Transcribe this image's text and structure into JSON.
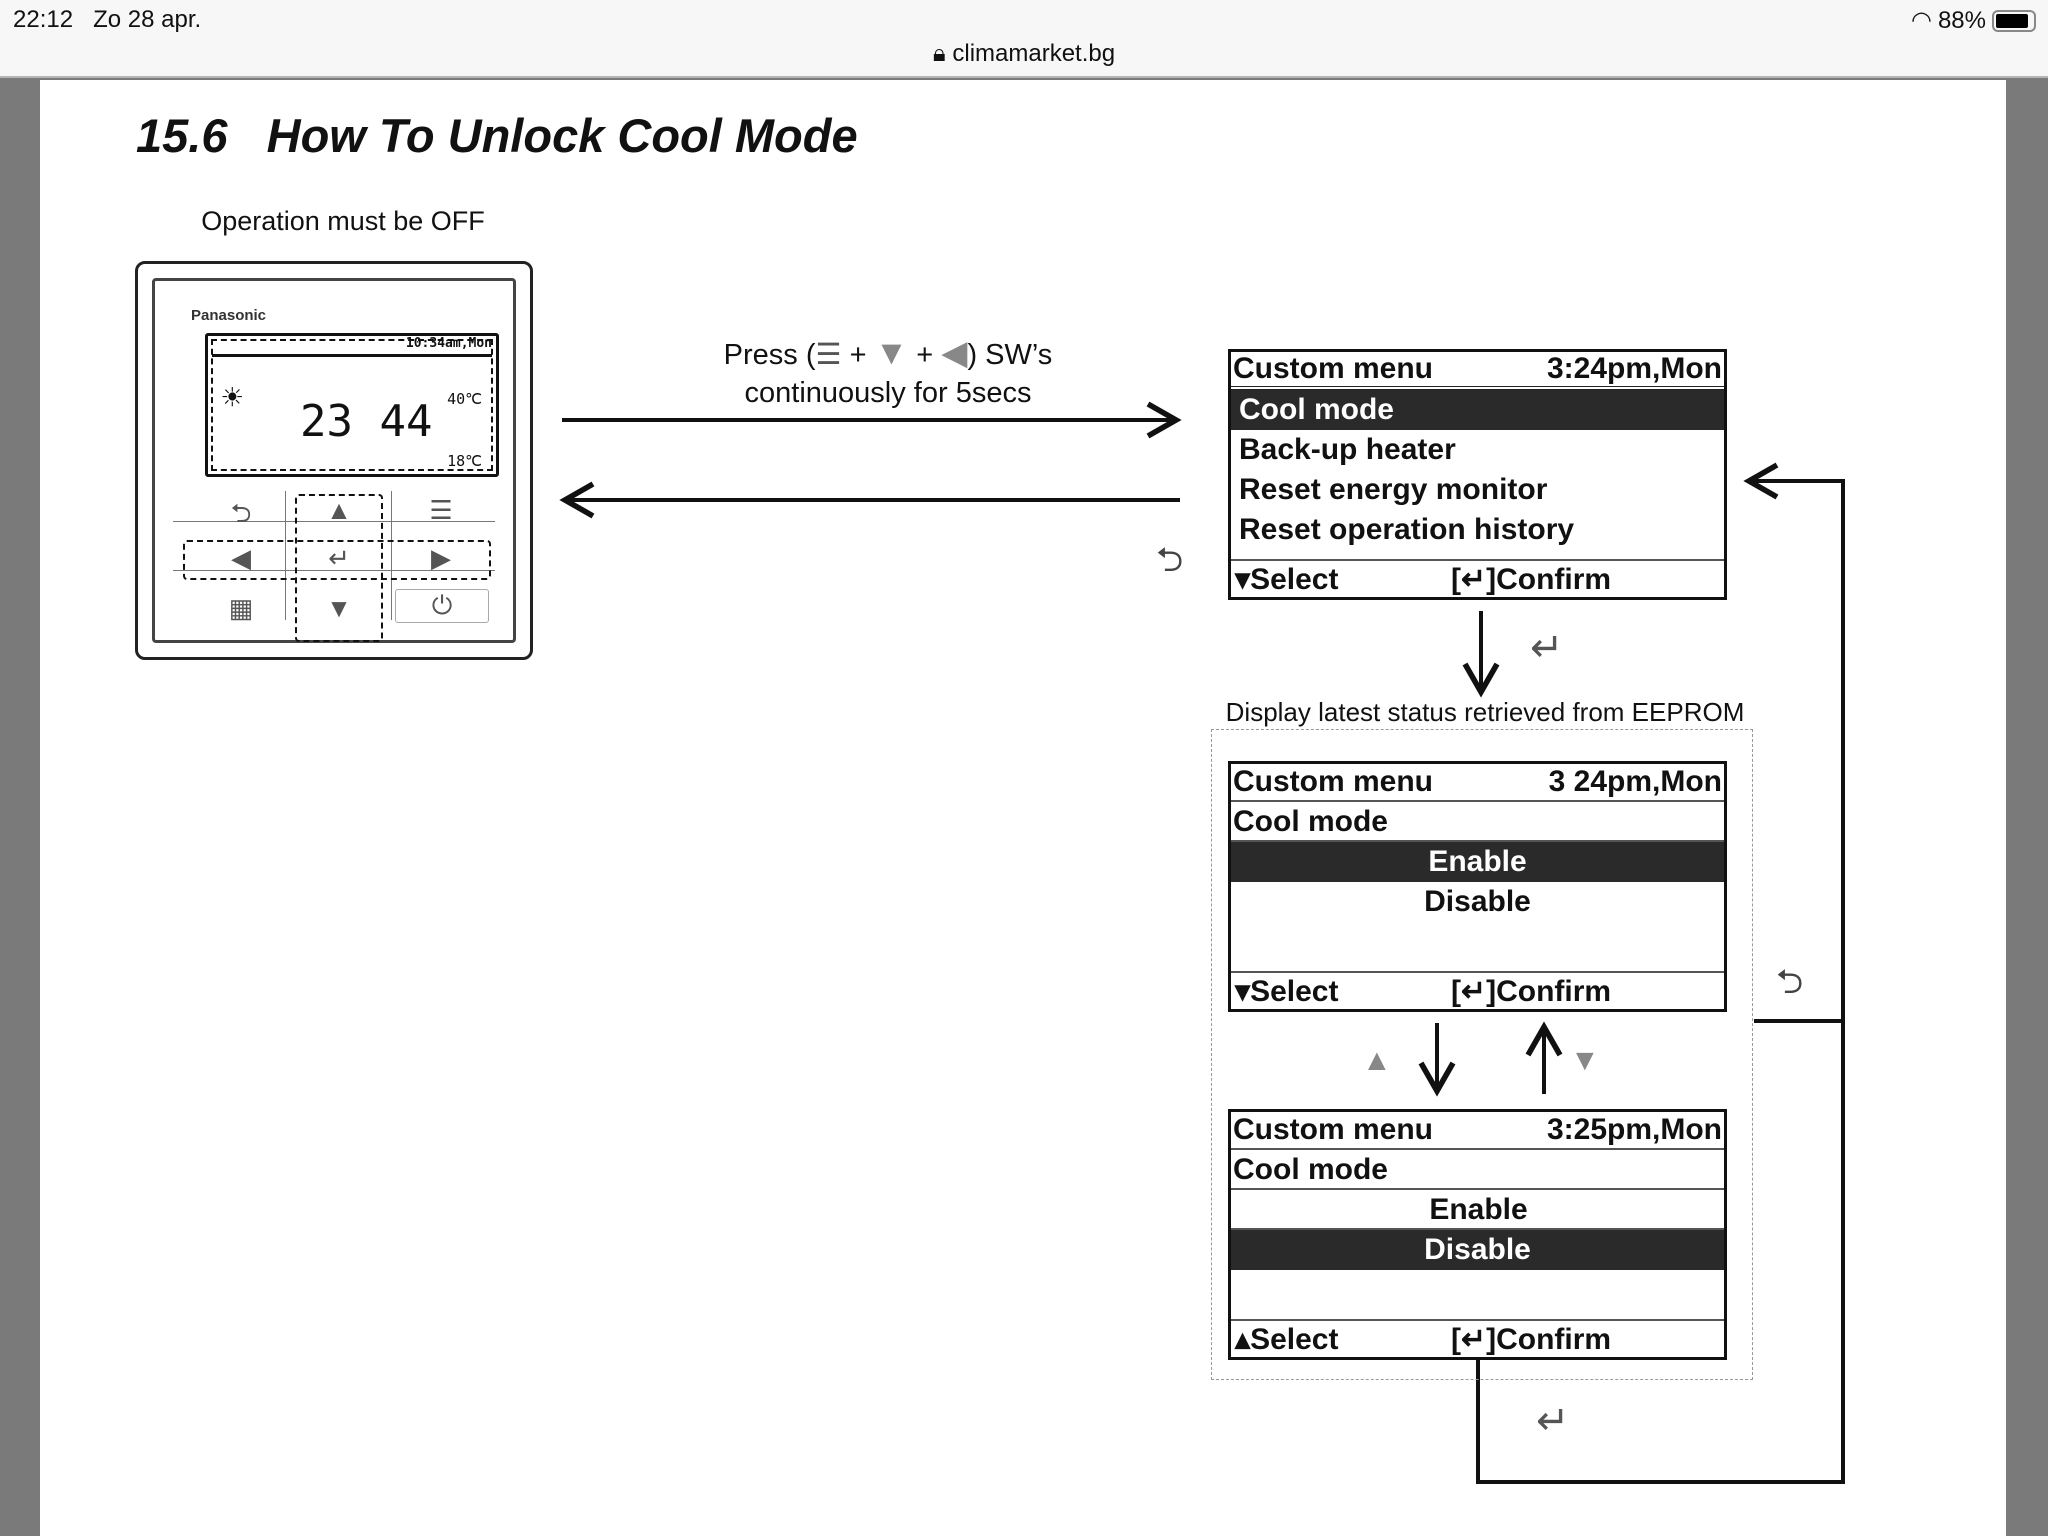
{
  "status_bar": {
    "time": "22:12",
    "date": "Zo 28 apr.",
    "url": "climamarket.bg",
    "battery": "88%",
    "battery_level": 0.88
  },
  "document": {
    "title": "15.6   How To Unlock Cool Mode",
    "operation_note": "Operation must be OFF",
    "remote": {
      "brand": "Panasonic",
      "lcd_time": "10:34am,Mon",
      "lcd_main": "23 44",
      "lcd_right_top": "40℃",
      "lcd_right_bottom": "18℃"
    },
    "press_line1_a": "Press (",
    "press_line1_plus": "+",
    "press_line1_b": ") SW’s",
    "press_line2": "continuously for 5secs",
    "eeprom_note": "Display latest status retrieved from EEPROM",
    "screen1": {
      "title": "Custom menu",
      "time": "3:24pm,Mon",
      "items": [
        "Cool mode",
        "Back-up heater",
        "Reset energy monitor",
        "Reset operation history"
      ],
      "selected": "Cool mode",
      "footer_select": "Select",
      "footer_confirm": "[↵]Confirm"
    },
    "screen2": {
      "title": "Custom menu",
      "time": "3 24pm,Mon",
      "subtitle": "Cool mode",
      "options": [
        "Enable",
        "Disable"
      ],
      "selected": "Enable",
      "footer_select": "Select",
      "footer_confirm": "[↵]Confirm"
    },
    "screen3": {
      "title": "Custom menu",
      "time": "3:25pm,Mon",
      "subtitle": "Cool mode",
      "options": [
        "Enable",
        "Disable"
      ],
      "selected": "Disable",
      "footer_select": "Select",
      "footer_confirm": "[↵]Confirm"
    },
    "icons": {
      "up": "▲",
      "down": "▼",
      "enter": "↵",
      "back": "⮌"
    }
  }
}
